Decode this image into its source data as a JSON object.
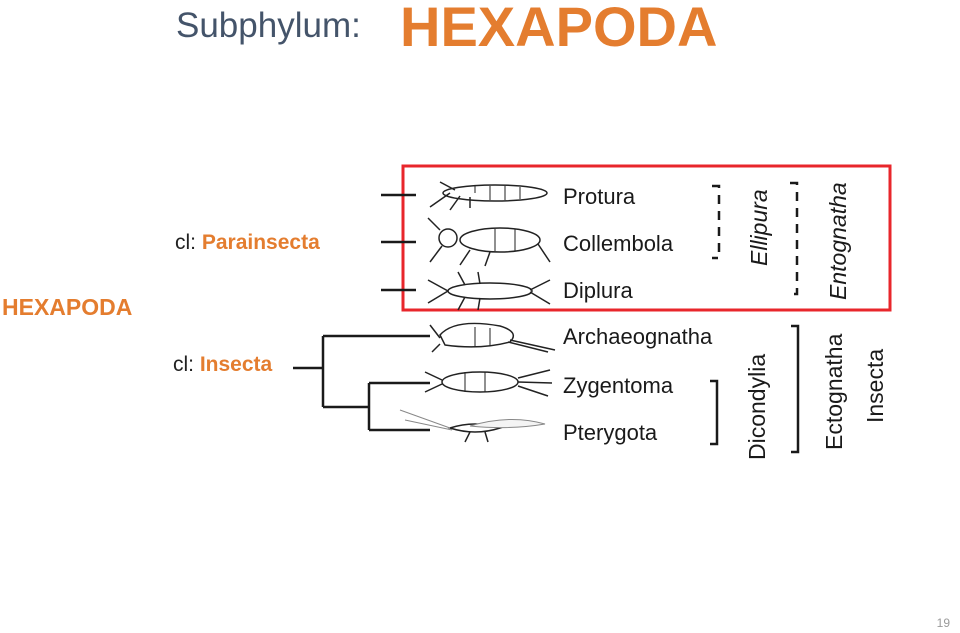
{
  "title": {
    "prefix": "Subphylum:",
    "main": "HEXAPODA"
  },
  "side_label": "HEXAPODA",
  "groups": [
    {
      "prefix": "cl:",
      "name": "Parainsecta"
    },
    {
      "prefix": "cl:",
      "name": "Insecta"
    }
  ],
  "taxa": [
    "Protura",
    "Collembola",
    "Diplura",
    "Archaeognatha",
    "Zygentoma",
    "Pterygota"
  ],
  "clades": [
    "Ellipura",
    "Entognatha",
    "Dicondylia",
    "Ectognatha",
    "Insecta"
  ],
  "page_number": "19",
  "colors": {
    "accent": "#e47d2f",
    "title_gray": "#44546a",
    "highlight_box": "#e8262b",
    "line": "#1a1a1a"
  },
  "icons": [
    "protura-insect-icon",
    "collembola-insect-icon",
    "diplura-insect-icon",
    "archaeognatha-insect-icon",
    "zygentoma-insect-icon",
    "pterygota-insect-icon"
  ]
}
